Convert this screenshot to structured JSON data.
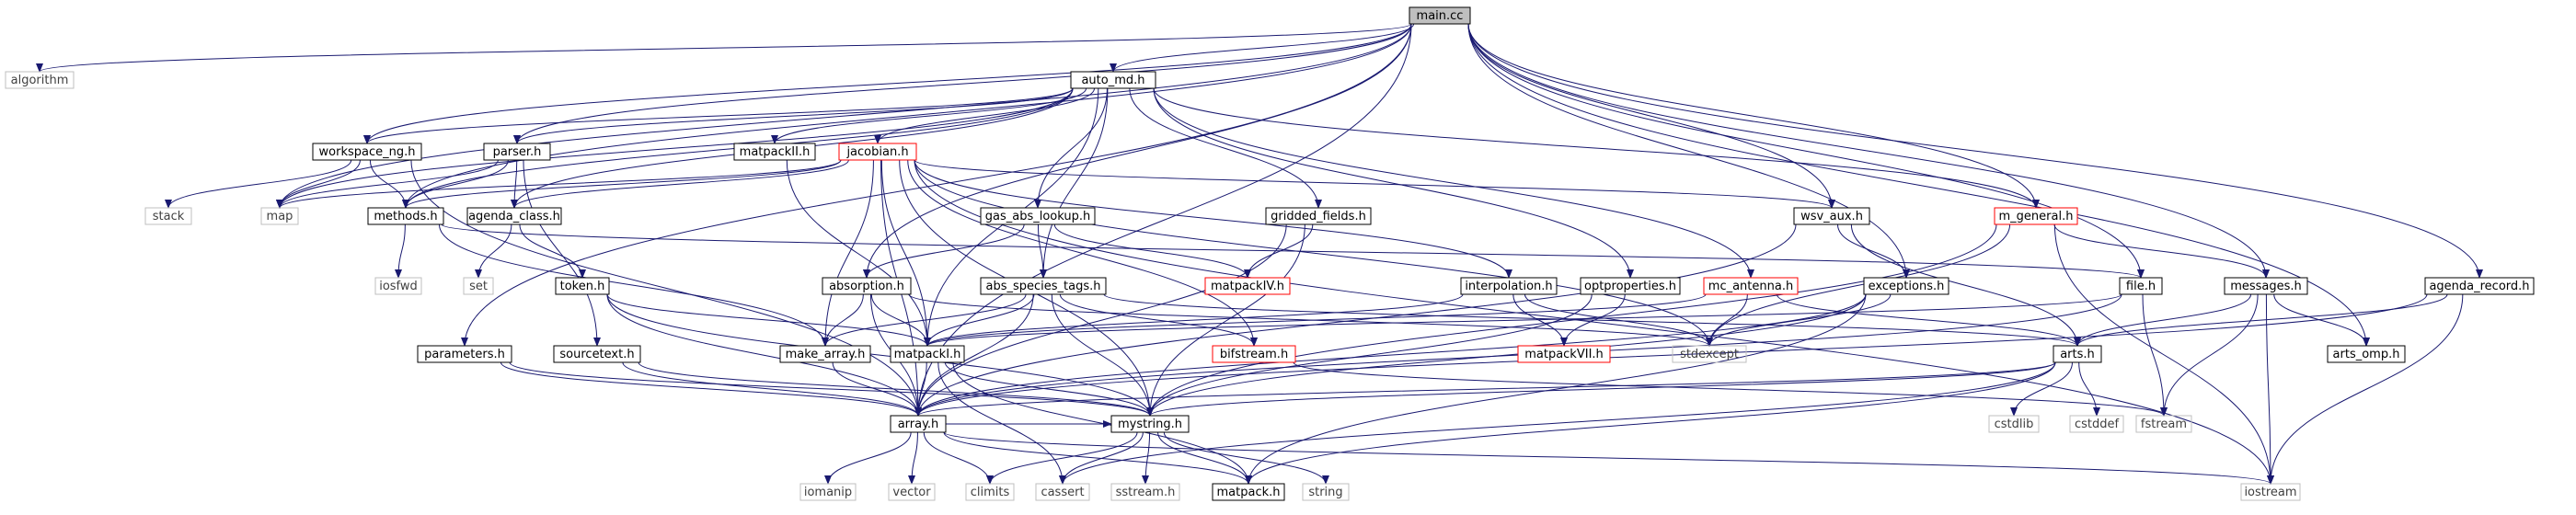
{
  "graph": {
    "root": "main.cc",
    "colors": {
      "edge": "#191970",
      "root_fill": "#bfbfbf",
      "black_border": "#000000",
      "red_border": "#ff0000",
      "gray_border": "#bfbfbf"
    },
    "nodes": [
      {
        "id": "main_cc",
        "label": "main.cc",
        "style": "root"
      },
      {
        "id": "algorithm",
        "label": "algorithm",
        "style": "gray"
      },
      {
        "id": "auto_md_h",
        "label": "auto_md.h",
        "style": "black"
      },
      {
        "id": "workspace_ng_h",
        "label": "workspace_ng.h",
        "style": "black"
      },
      {
        "id": "parser_h",
        "label": "parser.h",
        "style": "black"
      },
      {
        "id": "matpackII_h",
        "label": "matpackII.h",
        "style": "black"
      },
      {
        "id": "jacobian_h",
        "label": "jacobian.h",
        "style": "red"
      },
      {
        "id": "stack",
        "label": "stack",
        "style": "gray"
      },
      {
        "id": "map",
        "label": "map",
        "style": "gray"
      },
      {
        "id": "methods_h",
        "label": "methods.h",
        "style": "black"
      },
      {
        "id": "agenda_class_h",
        "label": "agenda_class.h",
        "style": "black"
      },
      {
        "id": "gas_abs_lookup_h",
        "label": "gas_abs_lookup.h",
        "style": "black"
      },
      {
        "id": "gridded_fields_h",
        "label": "gridded_fields.h",
        "style": "black"
      },
      {
        "id": "wsv_aux_h",
        "label": "wsv_aux.h",
        "style": "black"
      },
      {
        "id": "m_general_h",
        "label": "m_general.h",
        "style": "red"
      },
      {
        "id": "iosfwd",
        "label": "iosfwd",
        "style": "gray"
      },
      {
        "id": "set",
        "label": "set",
        "style": "gray"
      },
      {
        "id": "token_h",
        "label": "token.h",
        "style": "black"
      },
      {
        "id": "absorption_h",
        "label": "absorption.h",
        "style": "black"
      },
      {
        "id": "abs_species_tags_h",
        "label": "abs_species_tags.h",
        "style": "black"
      },
      {
        "id": "matpackIV_h",
        "label": "matpackIV.h",
        "style": "red"
      },
      {
        "id": "interpolation_h",
        "label": "interpolation.h",
        "style": "black"
      },
      {
        "id": "optproperties_h",
        "label": "optproperties.h",
        "style": "black"
      },
      {
        "id": "mc_antenna_h",
        "label": "mc_antenna.h",
        "style": "red"
      },
      {
        "id": "exceptions_h",
        "label": "exceptions.h",
        "style": "black"
      },
      {
        "id": "file_h",
        "label": "file.h",
        "style": "black"
      },
      {
        "id": "messages_h",
        "label": "messages.h",
        "style": "black"
      },
      {
        "id": "agenda_record_h",
        "label": "agenda_record.h",
        "style": "black"
      },
      {
        "id": "parameters_h",
        "label": "parameters.h",
        "style": "black"
      },
      {
        "id": "sourcetext_h",
        "label": "sourcetext.h",
        "style": "black"
      },
      {
        "id": "make_array_h",
        "label": "make_array.h",
        "style": "black"
      },
      {
        "id": "matpackI_h",
        "label": "matpackI.h",
        "style": "black"
      },
      {
        "id": "bifstream_h",
        "label": "bifstream.h",
        "style": "red"
      },
      {
        "id": "matpackVII_h",
        "label": "matpackVII.h",
        "style": "red"
      },
      {
        "id": "stdexcept",
        "label": "stdexcept",
        "style": "gray"
      },
      {
        "id": "arts_h",
        "label": "arts.h",
        "style": "black"
      },
      {
        "id": "arts_omp_h",
        "label": "arts_omp.h",
        "style": "black"
      },
      {
        "id": "array_h",
        "label": "array.h",
        "style": "black"
      },
      {
        "id": "mystring_h",
        "label": "mystring.h",
        "style": "black"
      },
      {
        "id": "cstdlib",
        "label": "cstdlib",
        "style": "gray"
      },
      {
        "id": "cstddef",
        "label": "cstddef",
        "style": "gray"
      },
      {
        "id": "fstream",
        "label": "fstream",
        "style": "gray"
      },
      {
        "id": "iomanip",
        "label": "iomanip",
        "style": "gray"
      },
      {
        "id": "vector",
        "label": "vector",
        "style": "gray"
      },
      {
        "id": "climits",
        "label": "climits",
        "style": "gray"
      },
      {
        "id": "cassert",
        "label": "cassert",
        "style": "gray"
      },
      {
        "id": "sstream_h",
        "label": "sstream.h",
        "style": "gray"
      },
      {
        "id": "matpack_h",
        "label": "matpack.h",
        "style": "black"
      },
      {
        "id": "string",
        "label": "string",
        "style": "gray"
      },
      {
        "id": "iostream",
        "label": "iostream",
        "style": "gray"
      }
    ],
    "edges": [
      [
        "main_cc",
        "algorithm"
      ],
      [
        "main_cc",
        "auto_md_h"
      ],
      [
        "main_cc",
        "workspace_ng_h"
      ],
      [
        "main_cc",
        "parser_h"
      ],
      [
        "main_cc",
        "map"
      ],
      [
        "main_cc",
        "methods_h"
      ],
      [
        "main_cc",
        "absorption_h"
      ],
      [
        "main_cc",
        "wsv_aux_h"
      ],
      [
        "main_cc",
        "exceptions_h"
      ],
      [
        "main_cc",
        "file_h"
      ],
      [
        "main_cc",
        "messages_h"
      ],
      [
        "main_cc",
        "agenda_record_h"
      ],
      [
        "main_cc",
        "arts_omp_h"
      ],
      [
        "main_cc",
        "parameters_h"
      ],
      [
        "main_cc",
        "array_h"
      ],
      [
        "main_cc",
        "m_general_h"
      ],
      [
        "auto_md_h",
        "matpackII_h"
      ],
      [
        "auto_md_h",
        "jacobian_h"
      ],
      [
        "auto_md_h",
        "workspace_ng_h"
      ],
      [
        "auto_md_h",
        "parser_h"
      ],
      [
        "auto_md_h",
        "methods_h"
      ],
      [
        "auto_md_h",
        "gas_abs_lookup_h"
      ],
      [
        "auto_md_h",
        "gridded_fields_h"
      ],
      [
        "auto_md_h",
        "abs_species_tags_h"
      ],
      [
        "auto_md_h",
        "optproperties_h"
      ],
      [
        "auto_md_h",
        "mc_antenna_h"
      ],
      [
        "auto_md_h",
        "m_general_h"
      ],
      [
        "auto_md_h",
        "matpackI_h"
      ],
      [
        "auto_md_h",
        "agenda_class_h"
      ],
      [
        "auto_md_h",
        "map"
      ],
      [
        "workspace_ng_h",
        "stack"
      ],
      [
        "workspace_ng_h",
        "map"
      ],
      [
        "workspace_ng_h",
        "methods_h"
      ],
      [
        "workspace_ng_h",
        "array_h"
      ],
      [
        "parser_h",
        "methods_h"
      ],
      [
        "parser_h",
        "agenda_class_h"
      ],
      [
        "parser_h",
        "sourcetext_h"
      ],
      [
        "parser_h",
        "map"
      ],
      [
        "matpackII_h",
        "matpackI_h"
      ],
      [
        "jacobian_h",
        "map"
      ],
      [
        "jacobian_h",
        "methods_h"
      ],
      [
        "jacobian_h",
        "agenda_class_h"
      ],
      [
        "jacobian_h",
        "wsv_aux_h"
      ],
      [
        "jacobian_h",
        "interpolation_h"
      ],
      [
        "jacobian_h",
        "bifstream_h"
      ],
      [
        "jacobian_h",
        "make_array_h"
      ],
      [
        "jacobian_h",
        "matpackI_h"
      ],
      [
        "jacobian_h",
        "mystring_h"
      ],
      [
        "jacobian_h",
        "array_h"
      ],
      [
        "jacobian_h",
        "stdexcept"
      ],
      [
        "jacobian_h",
        "iostream"
      ],
      [
        "methods_h",
        "iosfwd"
      ],
      [
        "methods_h",
        "make_array_h"
      ],
      [
        "methods_h",
        "file_h"
      ],
      [
        "agenda_class_h",
        "set"
      ],
      [
        "agenda_class_h",
        "token_h"
      ],
      [
        "gas_abs_lookup_h",
        "absorption_h"
      ],
      [
        "gas_abs_lookup_h",
        "abs_species_tags_h"
      ],
      [
        "gas_abs_lookup_h",
        "matpackIV_h"
      ],
      [
        "gridded_fields_h",
        "matpackIV_h"
      ],
      [
        "gridded_fields_h",
        "array_h"
      ],
      [
        "gridded_fields_h",
        "mystring_h"
      ],
      [
        "wsv_aux_h",
        "exceptions_h"
      ],
      [
        "wsv_aux_h",
        "arts_h"
      ],
      [
        "wsv_aux_h",
        "array_h"
      ],
      [
        "m_general_h",
        "messages_h"
      ],
      [
        "m_general_h",
        "stdexcept"
      ],
      [
        "m_general_h",
        "mystring_h"
      ],
      [
        "m_general_h",
        "iostream"
      ],
      [
        "token_h",
        "matpackI_h"
      ],
      [
        "token_h",
        "mystring_h"
      ],
      [
        "token_h",
        "array_h"
      ],
      [
        "absorption_h",
        "make_array_h"
      ],
      [
        "absorption_h",
        "matpackI_h"
      ],
      [
        "absorption_h",
        "stdexcept"
      ],
      [
        "absorption_h",
        "array_h"
      ],
      [
        "abs_species_tags_h",
        "matpackI_h"
      ],
      [
        "abs_species_tags_h",
        "make_array_h"
      ],
      [
        "abs_species_tags_h",
        "bifstream_h"
      ],
      [
        "abs_species_tags_h",
        "array_h"
      ],
      [
        "abs_species_tags_h",
        "mystring_h"
      ],
      [
        "abs_species_tags_h",
        "arts_h"
      ],
      [
        "interpolation_h",
        "matpackVII_h"
      ],
      [
        "interpolation_h",
        "matpackI_h"
      ],
      [
        "interpolation_h",
        "stdexcept"
      ],
      [
        "optproperties_h",
        "matpackVII_h"
      ],
      [
        "optproperties_h",
        "mystring_h"
      ],
      [
        "mc_antenna_h",
        "arts_h"
      ],
      [
        "mc_antenna_h",
        "matpackI_h"
      ],
      [
        "mc_antenna_h",
        "stdexcept"
      ],
      [
        "exceptions_h",
        "stdexcept"
      ],
      [
        "exceptions_h",
        "mystring_h"
      ],
      [
        "exceptions_h",
        "array_h"
      ],
      [
        "exceptions_h",
        "matpack_h"
      ],
      [
        "file_h",
        "fstream"
      ],
      [
        "file_h",
        "matpackI_h"
      ],
      [
        "file_h",
        "array_h"
      ],
      [
        "messages_h",
        "arts_h"
      ],
      [
        "messages_h",
        "iostream"
      ],
      [
        "messages_h",
        "arts_omp_h"
      ],
      [
        "messages_h",
        "fstream"
      ],
      [
        "agenda_record_h",
        "arts_h"
      ],
      [
        "agenda_record_h",
        "iostream"
      ],
      [
        "agenda_record_h",
        "array_h"
      ],
      [
        "parameters_h",
        "array_h"
      ],
      [
        "parameters_h",
        "mystring_h"
      ],
      [
        "sourcetext_h",
        "array_h"
      ],
      [
        "sourcetext_h",
        "mystring_h"
      ],
      [
        "make_array_h",
        "array_h"
      ],
      [
        "matpackI_h",
        "array_h"
      ],
      [
        "matpackI_h",
        "cassert"
      ],
      [
        "matpackI_h",
        "matpack_h"
      ],
      [
        "matpackI_h",
        "mystring_h"
      ],
      [
        "bifstream_h",
        "fstream"
      ],
      [
        "arts_h",
        "cstdlib"
      ],
      [
        "arts_h",
        "cstddef"
      ],
      [
        "arts_h",
        "cassert"
      ],
      [
        "arts_h",
        "matpack_h"
      ],
      [
        "arts_h",
        "mystring_h"
      ],
      [
        "arts_h",
        "array_h"
      ],
      [
        "array_h",
        "iomanip"
      ],
      [
        "array_h",
        "vector"
      ],
      [
        "array_h",
        "climits"
      ],
      [
        "array_h",
        "matpack_h"
      ],
      [
        "array_h",
        "mystring_h"
      ],
      [
        "array_h",
        "iostream"
      ],
      [
        "mystring_h",
        "climits"
      ],
      [
        "mystring_h",
        "cassert"
      ],
      [
        "mystring_h",
        "sstream_h"
      ],
      [
        "mystring_h",
        "matpack_h"
      ],
      [
        "mystring_h",
        "string"
      ]
    ]
  }
}
